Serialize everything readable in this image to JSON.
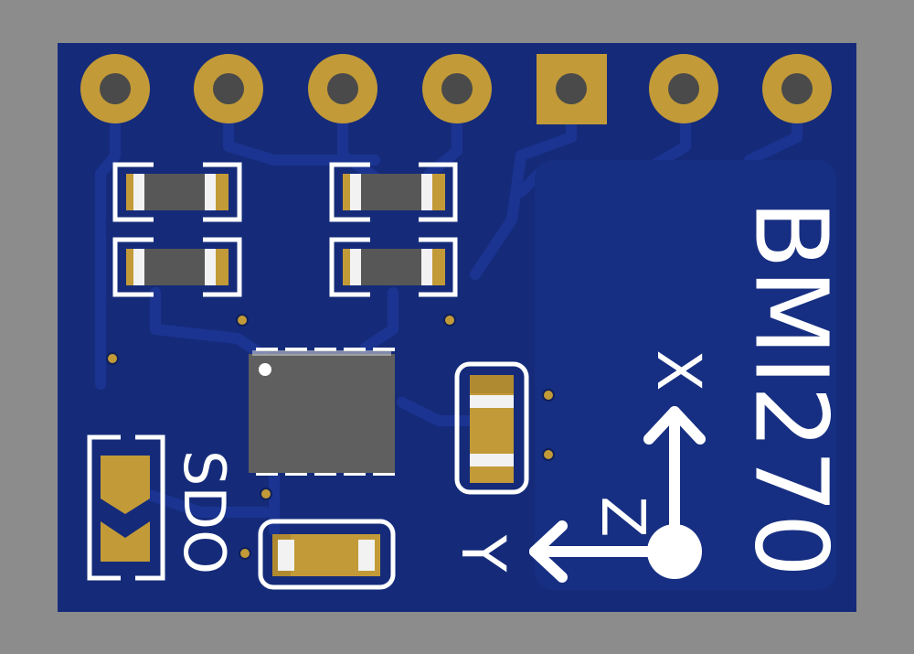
{
  "board": {
    "chip_name": "BMI270",
    "jumper_label": "SDO",
    "axes": {
      "x": "X",
      "y": "Y",
      "z": "Z"
    },
    "pin_count": 7,
    "colors": {
      "background": "#8c8c8c",
      "pcb": "#152b7a",
      "copper": "#1c3590",
      "gold": "#c29a37",
      "silkscreen": "#ffffff",
      "chip": "#5f5f5f"
    }
  }
}
